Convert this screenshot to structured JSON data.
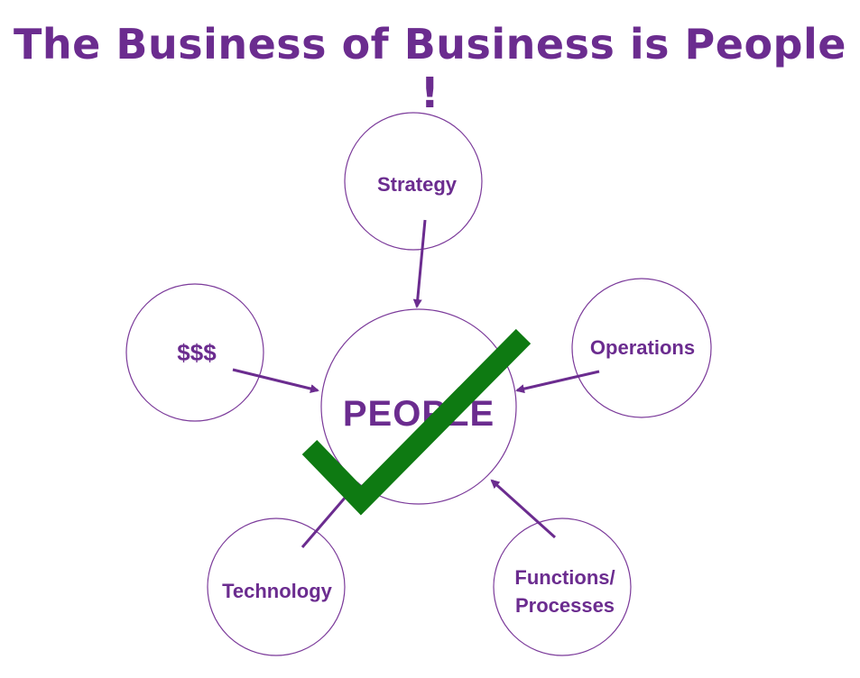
{
  "title": "The Business of Business is People !",
  "center": {
    "label": "PEOPLE"
  },
  "nodes": {
    "strategy": "Strategy",
    "operations": "Operations",
    "money": "$$$",
    "technology": "Technology",
    "functions_line1": "Functions/",
    "functions_line2": "Processes"
  },
  "colors": {
    "purple": "#6B2C8F",
    "green": "#0E7A12"
  },
  "icons": [
    "checkmark-icon"
  ]
}
